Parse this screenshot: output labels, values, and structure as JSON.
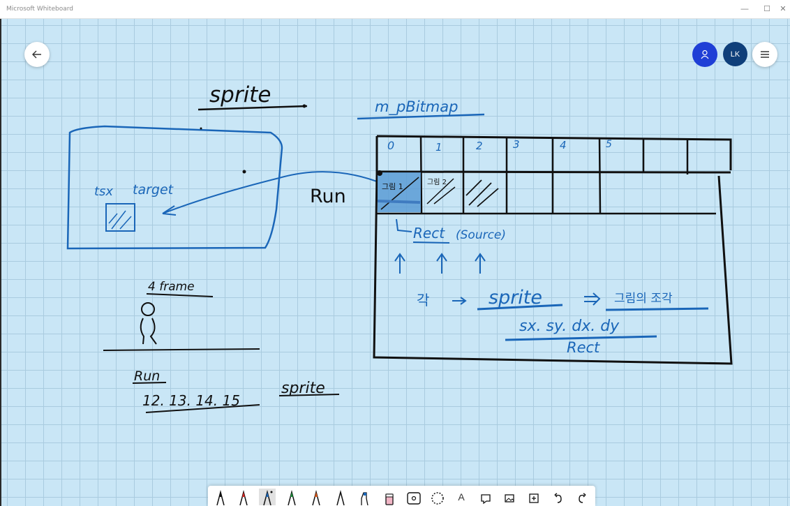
{
  "window": {
    "title": "Microsoft Whiteboard",
    "minimize_glyph": "—",
    "maximize_glyph": "☐",
    "close_glyph": "✕"
  },
  "header": {
    "back_icon": "arrow-left-icon",
    "share_icon": "person-add-icon",
    "user_initials": "LK",
    "menu_icon": "hamburger-icon"
  },
  "board": {
    "left": {
      "title": "sprite",
      "tex_label": "tsx",
      "target_label": "target",
      "run_label": "Run",
      "frame_label": "4 frame",
      "run_label_2": "Run",
      "run_frames": "12. 13. 14. 15",
      "sprite_label": "sprite"
    },
    "right": {
      "bitmap_label": "m_pBitmap",
      "column_numbers": [
        "0",
        "1",
        "2",
        "3",
        "4",
        "5"
      ],
      "cell_texts": [
        "그림 1",
        "그림 2"
      ],
      "rect_label": "Rect",
      "source_label": "(Source)",
      "arrow_word": "각",
      "sprite_word": "sprite",
      "sprite_result": "그림의 조각",
      "coords": "sx. sy. dx. dy",
      "rect_bottom": "Rect"
    }
  },
  "toolbar": {
    "text_tool": "A",
    "tools": [
      "pen-black-icon",
      "pen-red-icon",
      "pen-blue-icon",
      "pen-green-icon",
      "pen-orange-icon",
      "pen-outline-icon",
      "highlighter-icon",
      "eraser-icon",
      "ruler-icon",
      "lasso-icon",
      "text-icon",
      "note-icon",
      "image-icon",
      "add-icon",
      "undo-icon",
      "redo-icon"
    ]
  },
  "colors": {
    "ink_blue": "#1a66b8",
    "ink_black": "#101010",
    "cell_fill": "#5b9bd5",
    "grid_bg": "#c9e6f6"
  }
}
